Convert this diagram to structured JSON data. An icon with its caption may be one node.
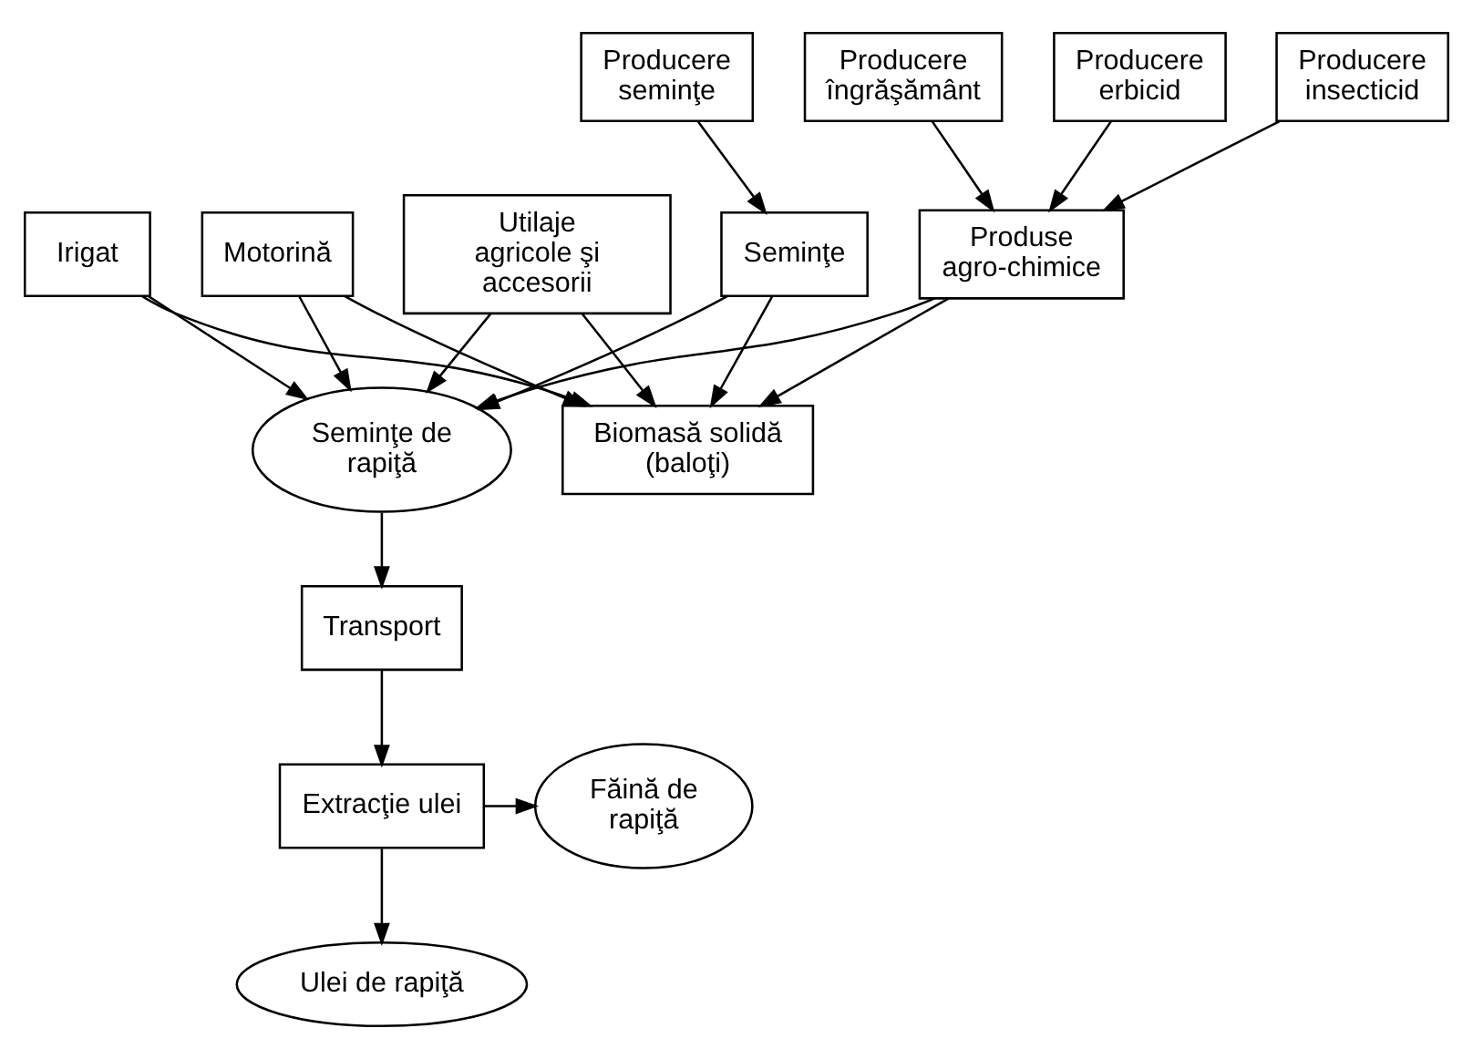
{
  "diagram": {
    "nodes": [
      {
        "text": [
          "Producere seminţe"
        ]
      },
      {
        "text": [
          "Producere îngrăşământ"
        ]
      },
      {
        "text": [
          "Producere erbicid"
        ]
      },
      {
        "text": [
          "Producere insecticid"
        ]
      },
      {
        "text": [
          "Seminţe"
        ]
      },
      {
        "text": [
          "Irigat"
        ]
      },
      {
        "text": [
          "Motorină"
        ]
      },
      {
        "text": [
          "Utilaje agricole şi accesorii"
        ]
      },
      {
        "text": [
          "Produse agro-chimice"
        ]
      },
      {
        "text": [
          "Seminţe de rapiţă"
        ]
      },
      {
        "text": [
          "Biomasă solidă (baloţi)"
        ]
      },
      {
        "text": [
          "Transport"
        ]
      },
      {
        "text": [
          "Extracţie ulei"
        ]
      },
      {
        "text": [
          "Făină de rapiţă"
        ]
      },
      {
        "text": [
          "Ulei de rapiţă"
        ]
      }
    ],
    "edges": [
      {
        "from": 0,
        "to": 4,
        "arrow": "to"
      },
      {
        "from": 1,
        "to": 8,
        "arrow": "to"
      },
      {
        "from": 2,
        "to": 8,
        "arrow": "to"
      },
      {
        "from": 3,
        "to": 8,
        "arrow": "to"
      },
      {
        "from": 4,
        "to": 9,
        "arrow": "to"
      },
      {
        "from": 4,
        "to": 10,
        "arrow": "to"
      },
      {
        "from": 5,
        "to": 9,
        "arrow": "to"
      },
      {
        "from": 5,
        "to": 10,
        "arrow": "to"
      },
      {
        "from": 6,
        "to": 9,
        "arrow": "to"
      },
      {
        "from": 6,
        "to": 10,
        "arrow": "to"
      },
      {
        "from": 7,
        "to": 9,
        "arrow": "to"
      },
      {
        "from": 7,
        "to": 10,
        "arrow": "to"
      },
      {
        "from": 8,
        "to": 9,
        "arrow": "to"
      },
      {
        "from": 8,
        "to": 10,
        "arrow": "to"
      },
      {
        "from": 9,
        "to": 11,
        "arrow": "to"
      },
      {
        "from": 11,
        "to": 12,
        "arrow": "to"
      },
      {
        "from": 12,
        "to": 13,
        "arrow": "to"
      },
      {
        "from": 12,
        "to": 14,
        "arrow": "to"
      }
    ]
  }
}
